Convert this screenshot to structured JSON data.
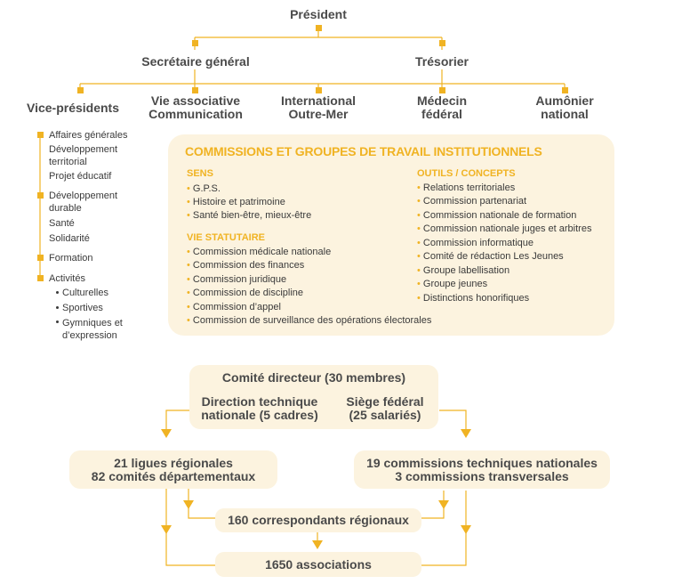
{
  "colors": {
    "accent": "#f0b323",
    "panel": "#fcf3df",
    "text": "#4a4a4a"
  },
  "top": {
    "president": "Président",
    "secretaire": "Secrétaire général",
    "tresorier": "Trésorier"
  },
  "second_row": {
    "vice_presidents": "Vice-présidents",
    "vie_associative_1": "Vie associative",
    "vie_associative_2": "Communication",
    "international_1": "International",
    "international_2": "Outre-Mer",
    "medecin_1": "Médecin",
    "medecin_2": "fédéral",
    "aumonier_1": "Aumônier",
    "aumonier_2": "national"
  },
  "vp_list": {
    "g1": [
      "Affaires générales",
      "Développement",
      "territorial",
      "Projet éducatif"
    ],
    "g2": [
      "Développement",
      "durable",
      "Santé",
      "Solidarité"
    ],
    "g3": [
      "Formation"
    ],
    "g4": [
      "Activités"
    ],
    "activites": [
      "Culturelles",
      "Sportives",
      "Gymniques et",
      "d’expression"
    ]
  },
  "commissions": {
    "title": "COMMISSIONS ET GROUPES DE TRAVAIL INSTITUTIONNELS",
    "sens_title": "SENS",
    "sens_items": [
      "G.P.S.",
      "Histoire et patrimoine",
      "Santé bien-être, mieux-être"
    ],
    "vie_title": "VIE STATUTAIRE",
    "vie_items": [
      "Commission médicale nationale",
      "Commission des finances",
      "Commission juridique",
      "Commission de discipline",
      "Commission d’appel",
      "Commission de surveillance des opérations électorales"
    ],
    "outils_title": "OUTILS / CONCEPTS",
    "outils_items": [
      "Relations territoriales",
      "Commission partenariat",
      "Commission nationale de formation",
      "Commission nationale juges et arbitres",
      "Commission informatique",
      "Comité de rédaction Les Jeunes",
      "Groupe labellisation",
      "Groupe jeunes",
      "Distinctions honorifiques"
    ]
  },
  "bottom": {
    "comite": "Comité directeur (30 membres)",
    "dtn_1": "Direction technique",
    "dtn_2": "nationale (5 cadres)",
    "siege_1": "Siège fédéral",
    "siege_2": "(25 salariés)",
    "ligues_1": "21 ligues régionales",
    "ligues_2": "82 comités départementaux",
    "ctn_1": "19 commissions techniques nationales",
    "ctn_2": "3 commissions transversales",
    "correspondants": "160 correspondants régionaux",
    "associations": "1650 associations"
  }
}
